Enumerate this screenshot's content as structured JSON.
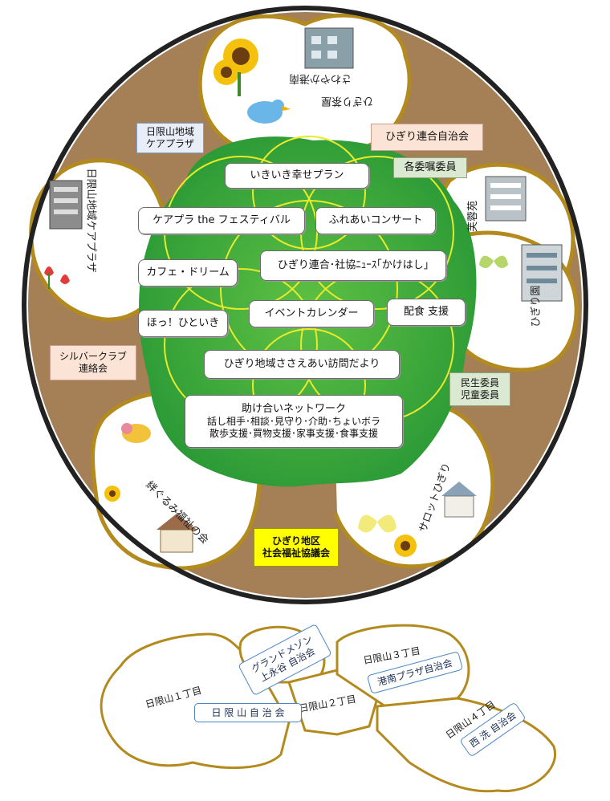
{
  "center_boxes": {
    "ikiiki": "いきいき幸せプラン",
    "festival": "ケアプラ the フェスティバル",
    "concert": "ふれあいコンサート",
    "cafe": "カフェ・ドリーム",
    "news": "ひぎり連合･社協ﾆｭｰｽ｢かけはし｣",
    "hotto": "ほっ！ひといき",
    "calendar": "イベントカレンダー",
    "haishoku": "配食 支援",
    "houmon": "ひぎり地域ささえあい訪問だより",
    "network_title": "助け合いネットワーク",
    "network_line1": "話し相手･相談･見守り･介助･ちょいボラ",
    "network_line2": "散歩支援･買物支援･家事支援･食事支援"
  },
  "ring_labels": {
    "plaza_line1": "日限山地域",
    "plaza_line2": "ケアプラザ",
    "rengo": "ひぎり連合自治会",
    "iinkai": "各委嘱委員",
    "silver_line1": "シルバークラブ",
    "silver_line2": "連絡会",
    "minsei_line1": "民生委員",
    "minsei_line2": "児童委員",
    "shakyo_line1": "ひぎり地区",
    "shakyo_line2": "社会福祉協議会"
  },
  "petal_labels": {
    "top_line1": "ひぎり茶屋",
    "top_line2": "さわやか港南",
    "left": "日限山地域ケアプラザ",
    "right_top": "芙蓉苑",
    "right_mid": "ひぎり園",
    "bottom_left": "絆ぐるみ福祉の会",
    "bottom_right": "サロットひぎり"
  },
  "map": {
    "area1": "日限山１丁目",
    "area2": "日限山２丁目",
    "area3": "日限山３丁目",
    "area4": "日限山４丁目",
    "kai_hikiyama": "日 限 山 自 治 会",
    "grand_line1": "グランドメゾン",
    "grand_line2": "上永谷 自治会",
    "konan": "港南プラザ自治会",
    "saisen": "西 洗 自治会"
  },
  "colors": {
    "ring_outline": "#222222",
    "petal_outline": "#b38a1e",
    "brown_fill": "#a57f55",
    "tree_green": "#2e9e3a",
    "tree_light": "#64c245",
    "yellow_lines": "#e8ea2a"
  },
  "icons": {
    "sunflower": "sunflower-icon",
    "bird": "bird-icon",
    "building": "building-icon",
    "butterfly": "butterfly-icon",
    "tulip": "tulip-icon",
    "house": "house-icon"
  }
}
